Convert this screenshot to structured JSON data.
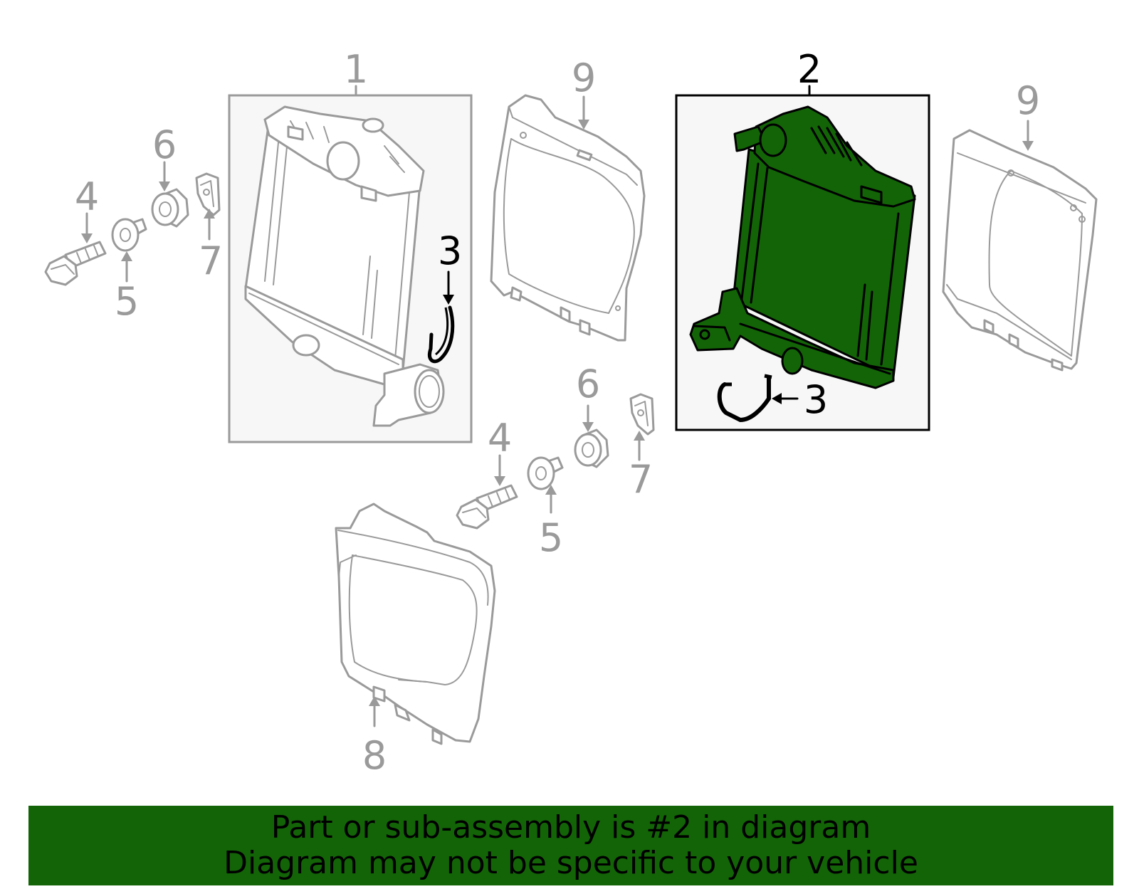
{
  "callouts": {
    "c1": "1",
    "c2": "2",
    "c3a": "3",
    "c3b": "3",
    "c4a": "4",
    "c4b": "4",
    "c5a": "5",
    "c5b": "5",
    "c6a": "6",
    "c6b": "6",
    "c7a": "7",
    "c7b": "7",
    "c8": "8",
    "c9a": "9",
    "c9b": "9"
  },
  "banner": {
    "line1": "Part or sub-assembly is #2 in diagram",
    "line2": "Diagram may not be specific to your vehicle"
  },
  "colors": {
    "highlight": "#136407",
    "callout_gray": "#9a9a9a",
    "selected_box": "#000000",
    "panel_bg": "#f7f7f7"
  }
}
